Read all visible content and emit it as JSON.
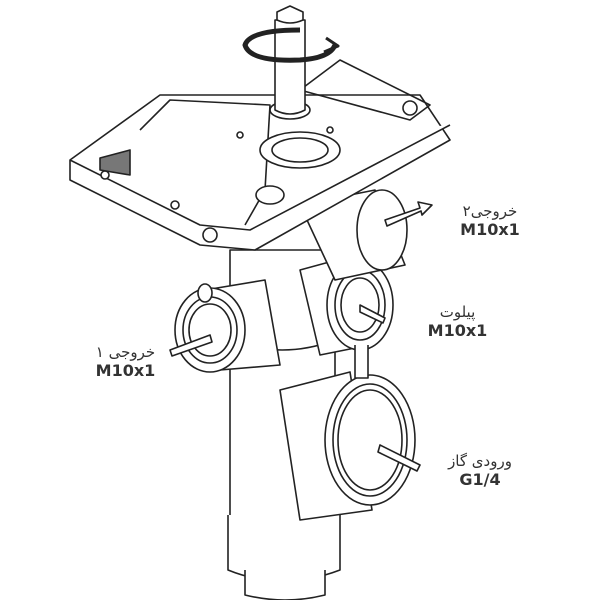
{
  "labels": {
    "outlet2": {
      "name": "خروجی۲",
      "thread": "M10x1"
    },
    "pilot": {
      "name": "پیلوت",
      "thread": "M10x1"
    },
    "outlet1": {
      "name": "خروجی ۱",
      "thread": "M10x1"
    },
    "gas_inlet": {
      "name": "ورودی گاز",
      "thread": "G1/4"
    }
  },
  "colors": {
    "line": "#222222",
    "text": "#333333"
  }
}
